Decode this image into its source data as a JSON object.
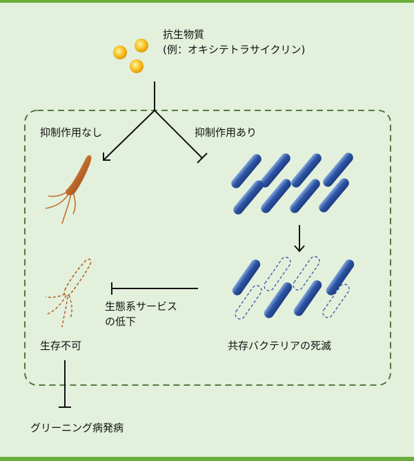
{
  "labels": {
    "antibiotic_line1": "抗生物質",
    "antibiotic_line2": "(例：オキシテトラサイクリン)",
    "no_inhibition": "抑制作用なし",
    "with_inhibition": "抑制作用あり",
    "ecosystem_line1": "生態系サービス",
    "ecosystem_line2": "の低下",
    "cannot_coexist": "生存不可",
    "coexisting_bacteria_death": "共存バクテリアの死滅",
    "greening_disease": "グリーニング病発病"
  },
  "colors": {
    "background": "#e3f0dc",
    "border_green": "#6aae3c",
    "dashed_box": "#3f6a2c",
    "antibiotic_yellow": "#f2b718",
    "bacteria_blue": "#2e55a3",
    "pathogen_brown": "#b86a2e"
  }
}
